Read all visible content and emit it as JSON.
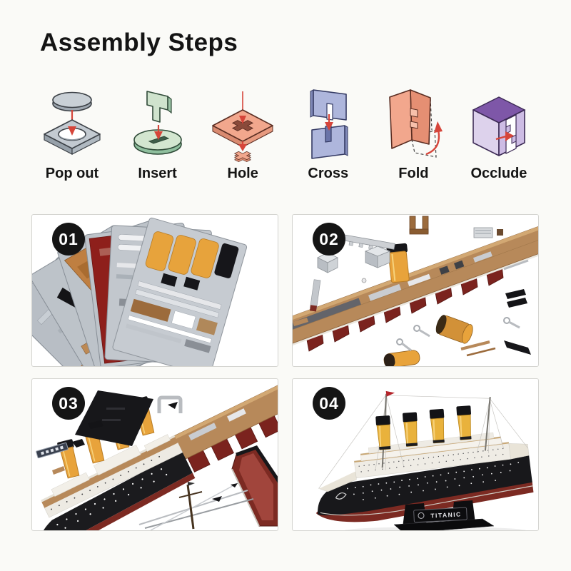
{
  "page": {
    "title": "Assembly Steps",
    "background": "#fafaf7"
  },
  "legend": {
    "arrow_color": "#d6453a",
    "items": [
      {
        "label": "Pop out",
        "icon": "pop-out-icon",
        "color": "#c6cdd4"
      },
      {
        "label": "Insert",
        "icon": "insert-icon",
        "color": "#cfe3cd"
      },
      {
        "label": "Hole",
        "icon": "hole-icon",
        "color": "#f2a78d"
      },
      {
        "label": "Cross",
        "icon": "cross-icon",
        "color": "#aeb6dc"
      },
      {
        "label": "Fold",
        "icon": "fold-icon",
        "color": "#f2a78d"
      },
      {
        "label": "Occlude",
        "icon": "occlude-icon",
        "color": "#cdbce4"
      }
    ]
  },
  "steps": {
    "badge_color": "#151515",
    "panels": [
      {
        "number": "01",
        "art": "die-cut-foam-sheets"
      },
      {
        "number": "02",
        "art": "hull-frame-and-parts"
      },
      {
        "number": "03",
        "art": "hull-plating-and-funnels"
      },
      {
        "number": "04",
        "art": "finished-titanic-model",
        "nameplate": "TITANIC"
      }
    ]
  },
  "palette": {
    "deck": "#b7895a",
    "ribs": "#7b231e",
    "funnel": "#e8a33b",
    "funnel_cap": "#17171a",
    "hull_black": "#18181b",
    "hull_red": "#7c2a22",
    "superstructure": "#efece5",
    "panel_border": "#d4d4d0",
    "sheet_grey": "#c2c7cd"
  }
}
